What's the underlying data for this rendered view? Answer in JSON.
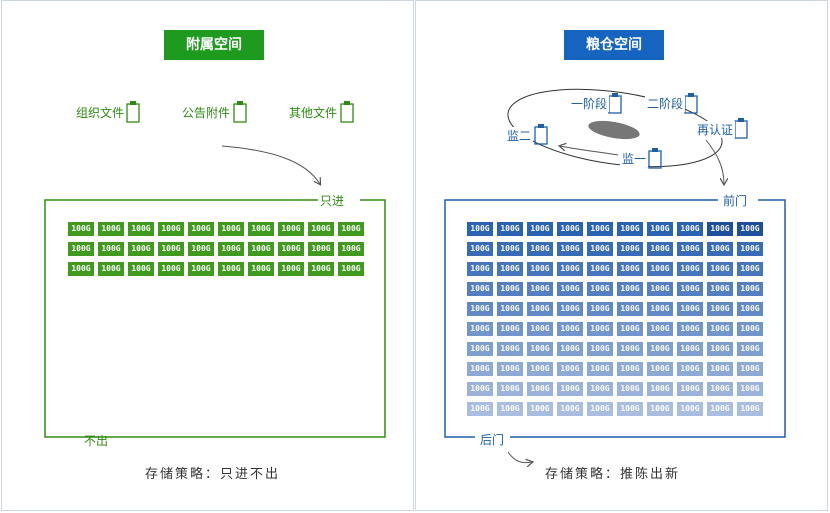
{
  "colors": {
    "green": "#2e8b12",
    "green_cell": "#3f9a1e",
    "blue": "#1f5fa8",
    "blue_cell_dark": "#2a62b4",
    "blue_cell_light": "#a9bde0"
  },
  "left": {
    "title": "附属空间",
    "documents": [
      {
        "label": "组织文件",
        "icon": "clipboard-icon"
      },
      {
        "label": "公告附件",
        "icon": "clipboard-icon"
      },
      {
        "label": "其他文件",
        "icon": "clipboard-icon"
      }
    ],
    "entry_label": "只进",
    "exit_label": "不出",
    "cell_label": "100G",
    "grid": {
      "rows": 3,
      "cols": 10
    },
    "strategy": "存储策略：只进不出"
  },
  "right": {
    "title": "粮仓空间",
    "cycle_stages": [
      {
        "label": "一阶段",
        "icon": "clipboard-icon"
      },
      {
        "label": "二阶段",
        "icon": "clipboard-icon"
      },
      {
        "label": "再认证",
        "icon": "clipboard-icon"
      },
      {
        "label": "监一",
        "icon": "clipboard-icon"
      },
      {
        "label": "监二",
        "icon": "clipboard-icon"
      }
    ],
    "front_gate": "前门",
    "back_gate": "后门",
    "cell_label": "100G",
    "grid": {
      "rows": 10,
      "cols": 10
    },
    "strategy": "存储策略：推陈出新"
  }
}
